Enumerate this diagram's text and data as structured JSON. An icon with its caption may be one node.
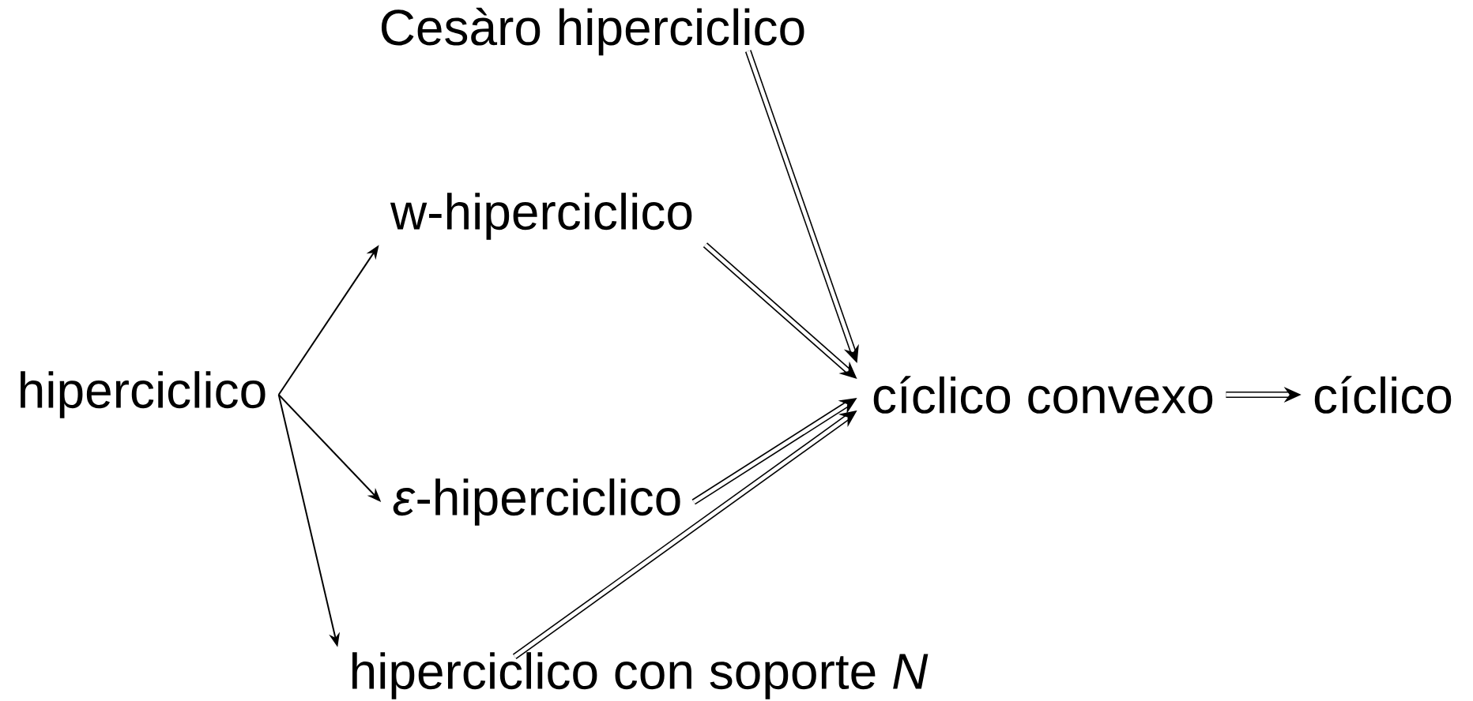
{
  "diagram": {
    "nodes": [
      {
        "text": [
          "hiperciclico"
        ]
      },
      {
        "text": [
          "Cesàro hiperciclico"
        ]
      },
      {
        "text": [
          "w-hiperciclico"
        ]
      },
      {
        "text": [
          "*ε*-hiperciclico"
        ]
      },
      {
        "text": [
          "hiperciclico con soporte *N*"
        ]
      },
      {
        "text": [
          "cíclico convexo"
        ]
      },
      {
        "text": [
          "cíclico"
        ]
      }
    ],
    "edges": [
      {
        "from": 0,
        "to": 2,
        "arrow": "to"
      },
      {
        "from": 0,
        "to": 3,
        "arrow": "to"
      },
      {
        "from": 0,
        "to": 4,
        "arrow": "to"
      },
      {
        "from": 1,
        "to": 5,
        "arrow": "to"
      },
      {
        "from": 2,
        "to": 5,
        "arrow": "to"
      },
      {
        "from": 3,
        "to": 5,
        "arrow": "to"
      },
      {
        "from": 4,
        "to": 5,
        "arrow": "to"
      },
      {
        "from": 5,
        "to": 6,
        "arrow": "to"
      }
    ]
  }
}
